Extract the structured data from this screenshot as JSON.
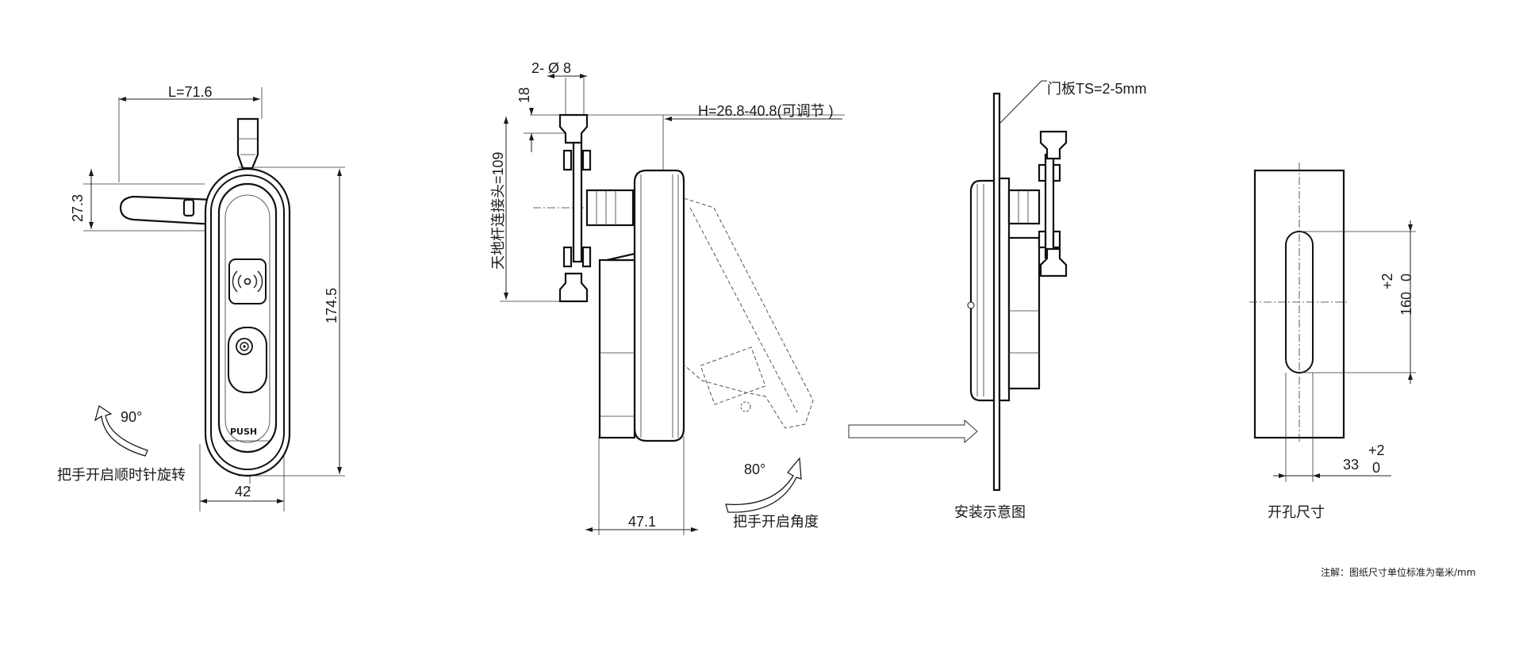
{
  "views": {
    "front": {
      "dim_length": "L=71.6",
      "dim_handle_offset": "27.3",
      "dim_height": "174.5",
      "dim_width": "42",
      "rotation_angle": "90°",
      "push_label": "PUSH",
      "caption": "把手开启顺时针旋转"
    },
    "side": {
      "dim_holes": "2- Ø 8",
      "dim_18": "18",
      "dim_rod_connector": "天地杆连接头=109",
      "dim_h_range": "H=26.8-40.8(可调节 )",
      "dim_depth": "47.1",
      "open_angle": "80°",
      "caption": "把手开启角度"
    },
    "install": {
      "panel_thickness": "门板TS=2-5mm",
      "caption": "安装示意图"
    },
    "cutout": {
      "tol_plus": "+2",
      "tol_zero": "0",
      "dim_height": "160",
      "dim_width": "33",
      "caption": "开孔尺寸"
    }
  },
  "footnote": "注解：图纸尺寸单位标准为毫米/mm"
}
